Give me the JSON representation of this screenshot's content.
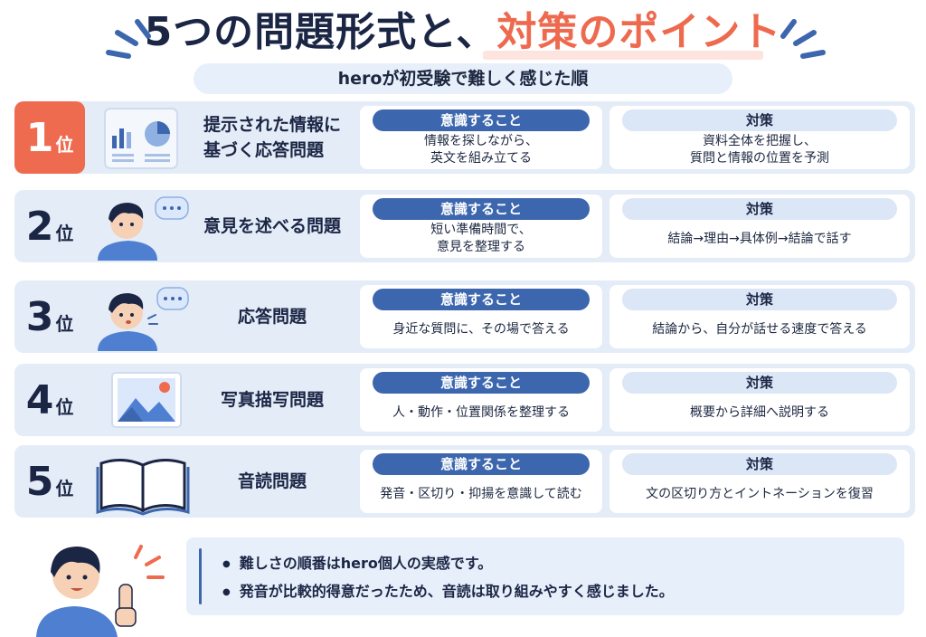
{
  "header": {
    "title_part1": "5つの問題形式と、",
    "title_part2": "対策のポイント",
    "subtitle": "heroが初受験で難しく感じた順"
  },
  "labels": {
    "ishiki": "意識すること",
    "taisaku": "対策",
    "rank_suffix": "位"
  },
  "rows": [
    {
      "rank": "1",
      "title": "提示された情報に\n基づく応答問題",
      "ishiki": "情報を探しながら、\n英文を組み立てる",
      "taisaku": "資料全体を把握し、\n質問と情報の位置を予測",
      "icon": "chart-document-icon"
    },
    {
      "rank": "2",
      "title": "意見を述べる問題",
      "ishiki": "短い準備時間で、\n意見を整理する",
      "taisaku": "結論→理由→具体例→結論で話す",
      "icon": "thinking-person-icon"
    },
    {
      "rank": "3",
      "title": "応答問題",
      "ishiki": "身近な質問に、その場で答える",
      "taisaku": "結論から、自分が話せる速度で答える",
      "icon": "speaking-person-icon"
    },
    {
      "rank": "4",
      "title": "写真描写問題",
      "ishiki": "人・動作・位置関係を整理する",
      "taisaku": "概要から詳細へ説明する",
      "icon": "landscape-photo-icon"
    },
    {
      "rank": "5",
      "title": "音読問題",
      "ishiki": "発音・区切り・抑揚を意識して読む",
      "taisaku": "文の区切り方とイントネーションを復習",
      "icon": "open-book-icon"
    }
  ],
  "note": {
    "items": [
      "難しさの順番はhero個人の実感です。",
      "発音が比較的得意だったため、音読は取り組みやすく感じました。"
    ]
  },
  "colors": {
    "accent": "#ef6b50",
    "navy": "#1b2645",
    "blue": "#3c66ae",
    "light_blue": "#e4ecf7"
  }
}
